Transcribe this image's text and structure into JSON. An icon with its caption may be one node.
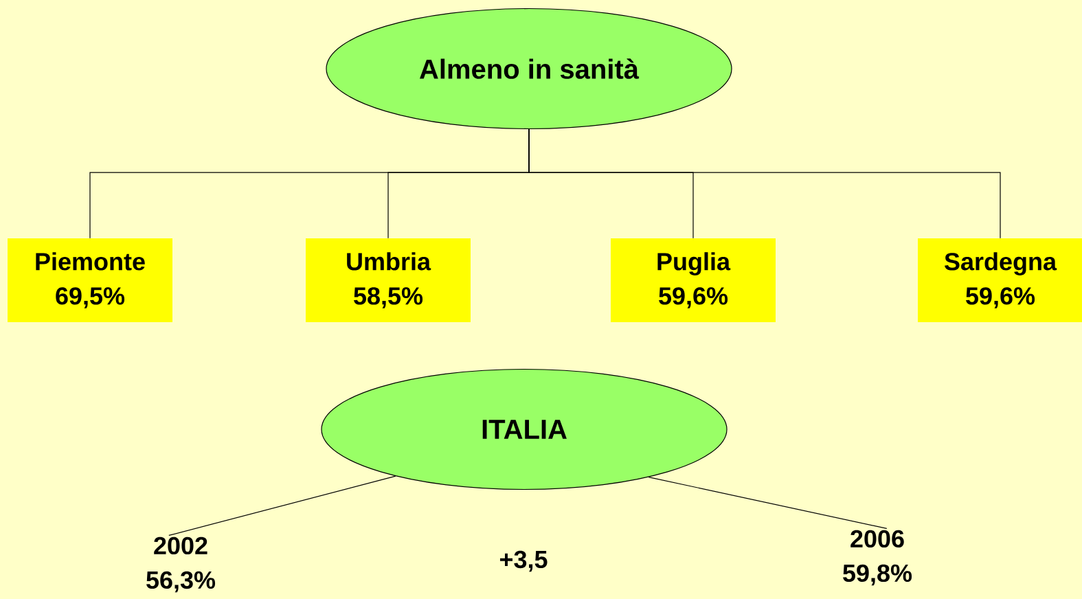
{
  "diagram": {
    "nodes": [
      {
        "text": [
          "Almeno in sanità"
        ]
      },
      {
        "text": [
          "Piemonte",
          "69,5%"
        ]
      },
      {
        "text": [
          "Umbria",
          "58,5%"
        ]
      },
      {
        "text": [
          "Puglia",
          "59,6%"
        ]
      },
      {
        "text": [
          "Sardegna",
          "59,6%"
        ]
      },
      {
        "text": [
          "ITALIA"
        ]
      },
      {
        "text": [
          "2002",
          "56,3%"
        ]
      },
      {
        "text": [
          "2006",
          "59,8%"
        ]
      }
    ],
    "edges": [
      {
        "from": 0,
        "to": 1,
        "arrow": "none"
      },
      {
        "from": 0,
        "to": 2,
        "arrow": "none"
      },
      {
        "from": 0,
        "to": 3,
        "arrow": "none"
      },
      {
        "from": 0,
        "to": 4,
        "arrow": "none"
      },
      {
        "from": 5,
        "to": 6,
        "arrow": "none"
      },
      {
        "from": 5,
        "to": 7,
        "arrow": "none"
      }
    ],
    "labels": [
      "+3,5"
    ]
  }
}
